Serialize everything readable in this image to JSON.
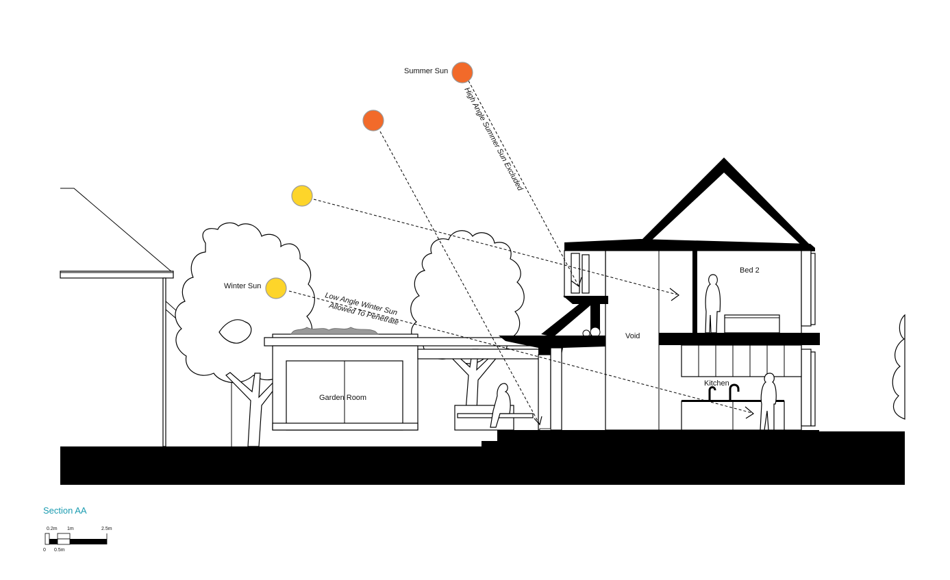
{
  "labels": {
    "summer_sun": "Summer Sun",
    "winter_sun": "Winter Sun",
    "summer_note": "High Angle Summer Sun Excluded",
    "winter_note_line1": "Low Angle Winter Sun",
    "winter_note_line2": "Allowed To Penetrate",
    "bed": "Bed 2",
    "void": "Void",
    "kitchen": "Kitchen",
    "garden_room": "Garden Room"
  },
  "title": "Section AA",
  "scale_bar": {
    "top_labels": [
      "0.2m",
      "1m",
      "2.5m"
    ],
    "bottom_labels": [
      "0",
      "0.5m"
    ]
  },
  "colors": {
    "summer_sun": "#f26a2a",
    "winter_sun": "#fdd52a",
    "title": "#1a9bb0",
    "ink": "#000000"
  }
}
